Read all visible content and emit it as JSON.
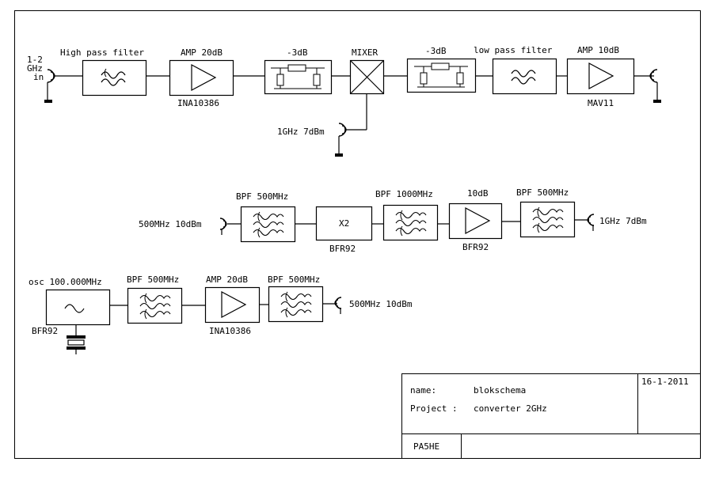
{
  "row1": {
    "input_label_line1": "1-2",
    "input_label_line2": "GHz",
    "input_label_line3": "in",
    "hpf_label": "High pass filter",
    "amp1_label": "AMP 20dB",
    "amp1_part": "INA10386",
    "att1_label": "-3dB",
    "mixer_label": "MIXER",
    "att2_label": "-3dB",
    "lpf_label": "low pass filter",
    "amp2_label": "AMP 10dB",
    "amp2_part": "MAV11",
    "lo_label": "1GHz 7dBm"
  },
  "row2": {
    "input_label": "500MHz 10dBm",
    "bpf1_label": "BPF 500MHz",
    "doubler_label": "X2",
    "doubler_part": "BFR92",
    "bpf2_label": "BPF 1000MHz",
    "amp_label": "10dB",
    "amp_part": "BFR92",
    "bpf3_label": "BPF 500MHz",
    "output_label": "1GHz 7dBm"
  },
  "row3": {
    "osc_label": "osc 100.000MHz",
    "osc_part": "BFR92",
    "bpf1_label": "BPF 500MHz",
    "amp_label": "AMP 20dB",
    "amp_part": "INA10386",
    "bpf2_label": "BPF 500MHz",
    "output_label": "500MHz 10dBm"
  },
  "title_block": {
    "name_label": "name:",
    "name_value": "blokschema",
    "project_label": "Project :",
    "project_value": "converter 2GHz",
    "date": "16-1-2011",
    "author": "PA5HE"
  }
}
